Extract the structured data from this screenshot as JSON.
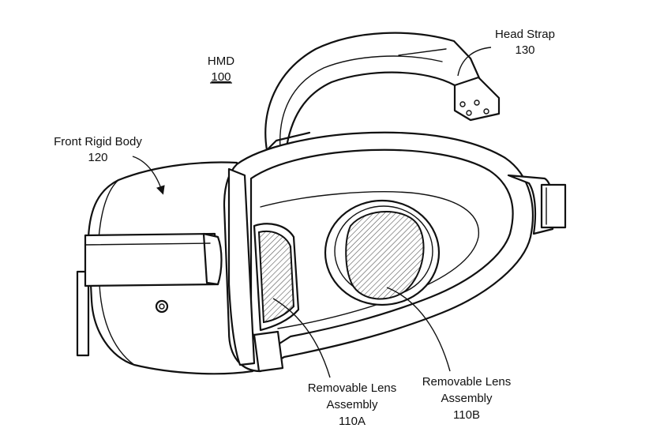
{
  "figure": {
    "hmd": {
      "name": "HMD",
      "ref": "100"
    },
    "front_rigid_body": {
      "name": "Front Rigid Body",
      "ref": "120"
    },
    "head_strap": {
      "name": "Head Strap",
      "ref": "130"
    },
    "lens_a": {
      "line1": "Removable Lens",
      "line2": "Assembly",
      "ref": "110A"
    },
    "lens_b": {
      "line1": "Removable Lens",
      "line2": "Assembly",
      "ref": "110B"
    }
  }
}
